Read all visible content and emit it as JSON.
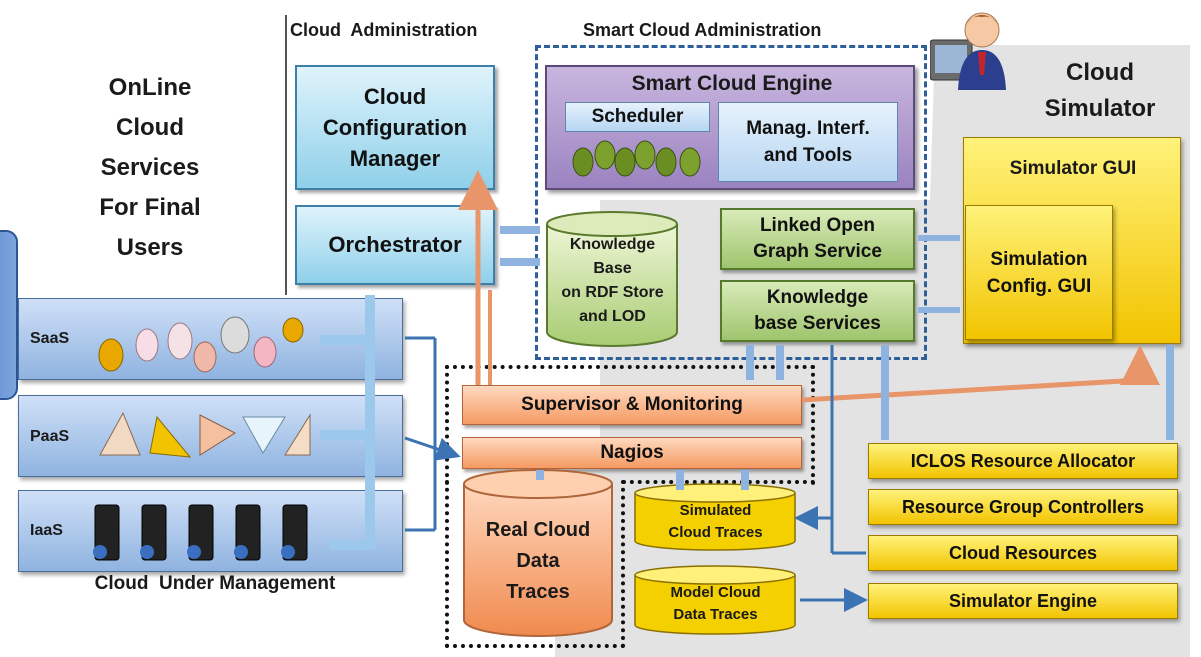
{
  "headers": {
    "cloud_admin": "Cloud  Administration",
    "smart_admin": "Smart Cloud Administration",
    "cloud_simulator": "Cloud\nSimulator"
  },
  "online_services": "OnLine\nCloud\nServices\nFor Final\nUsers",
  "boxes": {
    "config_manager": "Cloud\nConfiguration\nManager",
    "orchestrator": "Orchestrator",
    "smart_engine": "Smart Cloud Engine",
    "scheduler": "Scheduler",
    "manag_tools": "Manag. Interf.\nand Tools",
    "knowledge_base": "Knowledge\nBase\non RDF Store\nand LOD",
    "linked_open": "Linked Open\nGraph Service",
    "kb_services": "Knowledge\nbase Services",
    "simulator_gui": "Simulator GUI",
    "simulation_config": "Simulation\nConfig. GUI",
    "supervisor": "Supervisor & Monitoring",
    "nagios": "Nagios",
    "real_traces": "Real Cloud\nData\nTraces",
    "simulated_traces": "Simulated\nCloud Traces",
    "model_traces": "Model Cloud\nData Traces",
    "iclos": "ICLOS Resource Allocator",
    "rgc": "Resource Group Controllers",
    "cloud_resources": "Cloud Resources",
    "simulator_engine": "Simulator Engine"
  },
  "layers": {
    "saas": "SaaS",
    "paas": "PaaS",
    "iaas": "IaaS",
    "caption": "Cloud  Under Management"
  },
  "colors": {
    "arrow_blue": "#3b73b3",
    "arrow_orange": "#e8956a",
    "yellow": "#f5d000",
    "purple": "#a58cc6",
    "green": "#a9cc7a"
  }
}
